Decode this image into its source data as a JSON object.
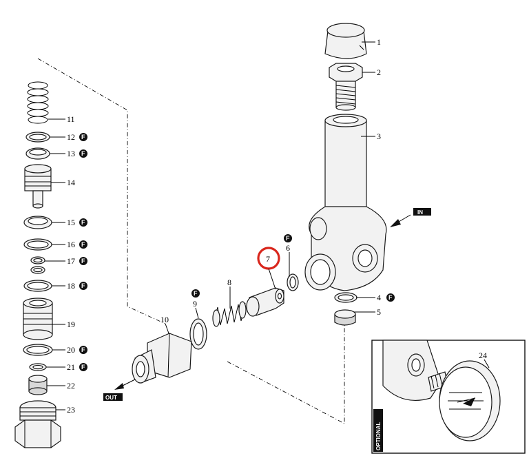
{
  "parts": [
    {
      "number": "1",
      "f": false
    },
    {
      "number": "2",
      "f": false
    },
    {
      "number": "3",
      "f": false
    },
    {
      "number": "4",
      "f": true
    },
    {
      "number": "5",
      "f": false
    },
    {
      "number": "6",
      "f": true
    },
    {
      "number": "7",
      "f": false,
      "highlighted": true
    },
    {
      "number": "8",
      "f": false
    },
    {
      "number": "9",
      "f": true
    },
    {
      "number": "10",
      "f": false
    },
    {
      "number": "11",
      "f": false
    },
    {
      "number": "12",
      "f": true
    },
    {
      "number": "13",
      "f": true
    },
    {
      "number": "14",
      "f": false
    },
    {
      "number": "15",
      "f": true
    },
    {
      "number": "16",
      "f": true
    },
    {
      "number": "17",
      "f": true
    },
    {
      "number": "18",
      "f": true
    },
    {
      "number": "19",
      "f": false
    },
    {
      "number": "20",
      "f": true
    },
    {
      "number": "21",
      "f": true
    },
    {
      "number": "22",
      "f": false
    },
    {
      "number": "23",
      "f": false
    },
    {
      "number": "24",
      "f": false
    }
  ],
  "f_badge": "F",
  "in_label": "IN",
  "out_label": "OUT",
  "optional_label": "OPTIONAL",
  "highlight_color": "#d9261c"
}
